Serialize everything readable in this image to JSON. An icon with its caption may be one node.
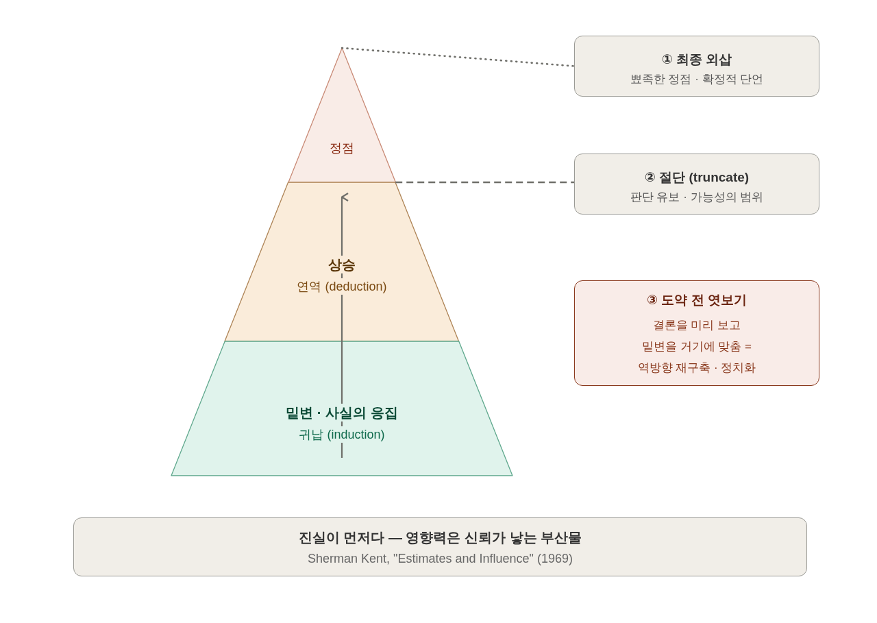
{
  "diagram": {
    "nodes": [
      {
        "text": [
          "정점"
        ]
      },
      {
        "text": [
          "상승",
          "연역 (deduction)"
        ]
      },
      {
        "text": [
          "밑변 · 사실의 응집",
          "귀납 (induction)"
        ]
      },
      {
        "text": [
          "① 최종 외삽",
          "뾰족한 정점 · 확정적 단언"
        ]
      },
      {
        "text": [
          "② 절단 (truncate)",
          "판단 유보 · 가능성의 범위"
        ]
      },
      {
        "text": [
          "③ 도약 전 엿보기",
          "결론을 미리 보고 밑변을 거기에 맞춤 = 역방향 재구축 · 정치화"
        ]
      },
      {
        "text": [
          "진실이 먼저다 — 영향력은 신뢰가 낳는 부산물",
          "Sherman Kent, \"Estimates and Influence\" (1969)"
        ]
      }
    ],
    "edges": [
      {
        "from": 0,
        "to": 3,
        "arrow": "none",
        "style": "dashed"
      },
      {
        "from": 0,
        "to": 4,
        "arrow": "none",
        "style": "dashed"
      },
      {
        "from": 2,
        "to": 1,
        "arrow": "to"
      }
    ]
  }
}
